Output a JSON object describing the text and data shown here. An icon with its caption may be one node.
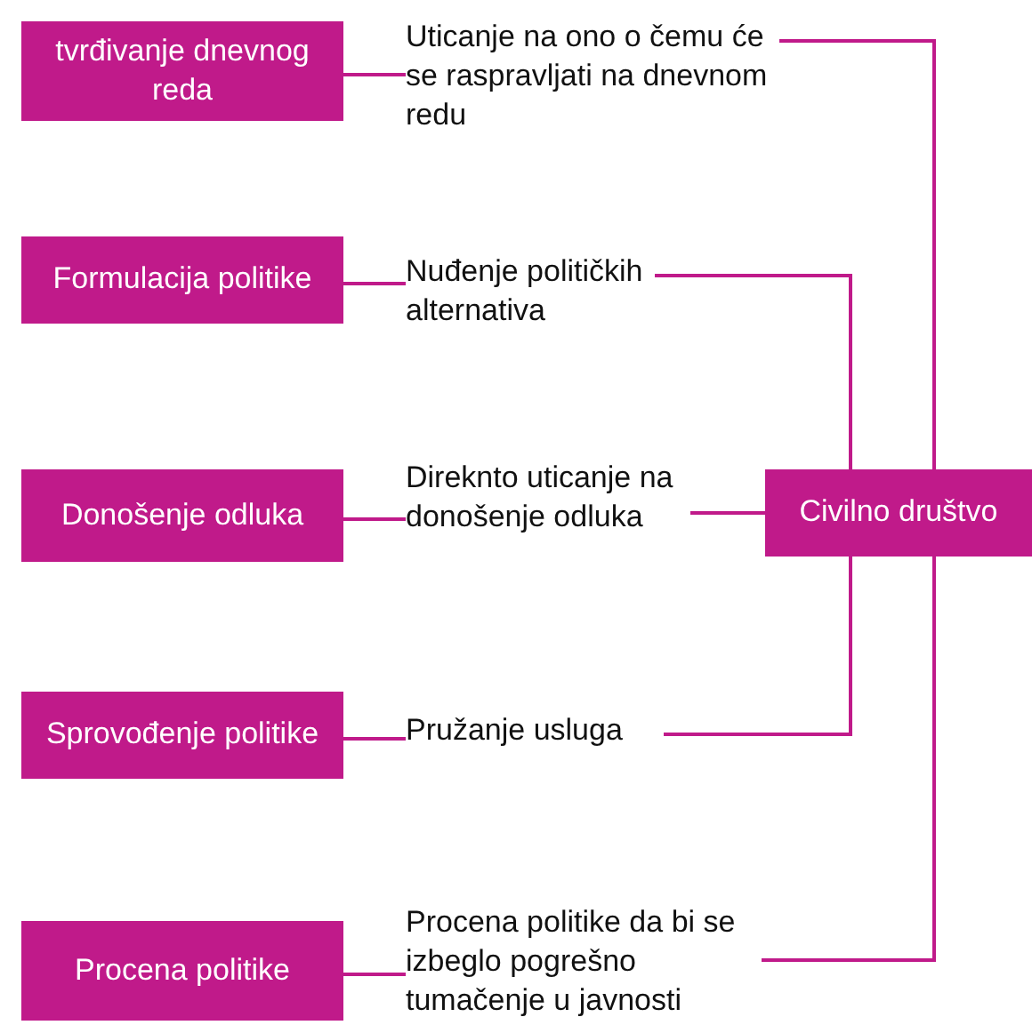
{
  "diagram": {
    "nodes": [
      {
        "text": [
          "tvrđivanje dnevnog reda"
        ]
      },
      {
        "text": [
          "Uticanje na ono o čemu će se raspravljati na dnevnom redu"
        ]
      },
      {
        "text": [
          "Formulacija politike"
        ]
      },
      {
        "text": [
          "Nuđenje političkih alternativa"
        ]
      },
      {
        "text": [
          "Donošenje odluka"
        ]
      },
      {
        "text": [
          "Direknto uticanje na donošenje odluka"
        ]
      },
      {
        "text": [
          "Civilno društvo"
        ]
      },
      {
        "text": [
          "Sprovođenje politike"
        ]
      },
      {
        "text": [
          "Pružanje usluga"
        ]
      },
      {
        "text": [
          "Procena politike"
        ]
      },
      {
        "text": [
          "Procena politike da bi se izbeglo pogrešno tumačenje u javnosti"
        ]
      }
    ],
    "edges": [
      {
        "from": 1,
        "to": 0,
        "arrow": "none"
      },
      {
        "from": 3,
        "to": 2,
        "arrow": "none"
      },
      {
        "from": 5,
        "to": 4,
        "arrow": "none"
      },
      {
        "from": 8,
        "to": 7,
        "arrow": "none"
      },
      {
        "from": 10,
        "to": 9,
        "arrow": "none"
      },
      {
        "from": 6,
        "to": 1,
        "arrow": "none"
      },
      {
        "from": 6,
        "to": 3,
        "arrow": "none"
      },
      {
        "from": 6,
        "to": 5,
        "arrow": "none"
      },
      {
        "from": 6,
        "to": 8,
        "arrow": "none"
      },
      {
        "from": 6,
        "to": 10,
        "arrow": "none"
      }
    ]
  }
}
